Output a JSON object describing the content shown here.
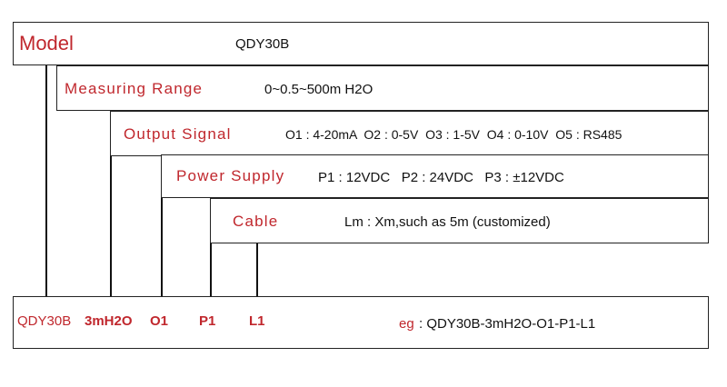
{
  "rows": [
    {
      "label": "Model",
      "value": "QDY30B"
    },
    {
      "label": "Measuring Range",
      "value": "0~0.5~500m H2O"
    },
    {
      "label": "Output Signal",
      "value": "O1 : 4-20mA  O2 : 0-5V  O3 : 1-5V  O4 : 0-10V  O5 : RS485"
    },
    {
      "label": "Power Supply",
      "value": "P1 : 12VDC   P2 : 24VDC   P3 : ±12VDC"
    },
    {
      "label": "Cable",
      "value": "Lm : Xm,such as 5m (customized)"
    }
  ],
  "example": {
    "codes": [
      "QDY30B",
      "3mH2O",
      "O1",
      "P1",
      "L1"
    ],
    "eg_label": "eg",
    "eg_text": ": QDY30B-3mH2O-O1-P1-L1"
  },
  "colors": {
    "label": "#c0272d",
    "text": "#111111",
    "border": "#222222"
  }
}
